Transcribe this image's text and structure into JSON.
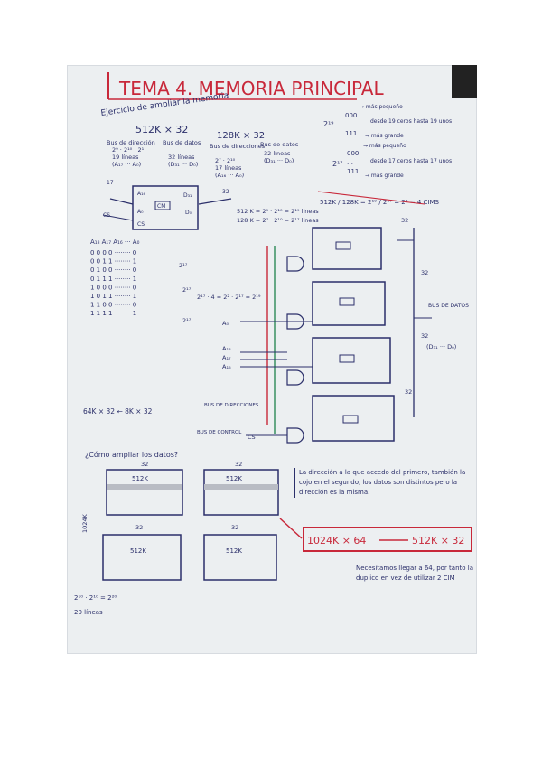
{
  "title": "TEMA 4. MEMORIA PRINCIPAL",
  "subtitle": "Ejercicio de ampliar la memoria",
  "top_block": {
    "size_512": "512K × 32",
    "size_128": "128K × 32",
    "bus_dir_512": "Bus de dirección",
    "pow_512": "2⁹ · 2¹⁰ · 2¹",
    "lineas_19": "19 líneas",
    "range_addr_512": "(A₁₇ ··· A₀)",
    "bus_datos_512": "Bus de datos",
    "lineas_32": "32 líneas",
    "range_data_512": "(D₃₁ ··· D₀)",
    "bus_dir_128": "Bus de direcciones",
    "pow_128": "2⁷ · 2¹⁰",
    "lineas_17": "17 líneas",
    "range_addr_128": "(A₁₆ ··· A₀)",
    "bus_datos_128": "Bus de datos",
    "lineas_32b": "32 líneas",
    "range_data_128": "(D₃₁ ··· D₀)"
  },
  "right_notes": {
    "two19": "2¹⁹",
    "rows_a": [
      "000",
      "…",
      "111"
    ],
    "more_small": "→ más pequeño",
    "desde19": "desde 19 ceros hasta 19 unos",
    "more_big": "→ más grande",
    "two17": "2¹⁷",
    "rows_b": [
      "000",
      "…",
      "111"
    ],
    "desde17": "desde 17 ceros hasta 17 unos"
  },
  "chip": {
    "a16": "A₁₆",
    "a0": "A₀",
    "cs": "CS",
    "cm": "CM",
    "d31": "D₃₁",
    "d0": "D₀",
    "in17": "17",
    "out32": "32"
  },
  "ratio": {
    "line1": "512 K = 2⁹ · 2¹⁰ = 2¹⁹ líneas",
    "line2": "128 K = 2⁷ · 2¹⁰ = 2¹⁷ líneas",
    "frac": "512K / 128K = 2¹⁹ / 2¹⁷ = 2² = 4 CIMS"
  },
  "truth_table": {
    "header": "A₁₈ A₁₇ A₁₆ ··· A₀",
    "rows": [
      "0 0 0 0 ········ 0",
      "0 0 1 1 ········ 1",
      "0 1 0 0 ········ 0",
      "0 1 1 1 ········ 1",
      "1 0 0 0 ········ 0",
      "1 0 1 1 ········ 1",
      "1 1 0 0 ········ 0",
      "1 1 1 1 ········ 1"
    ],
    "pow17": "2¹⁷",
    "sum": "2¹⁷ · 4 = 2² · 2¹⁷ = 2¹⁹"
  },
  "bank": {
    "a0": "A₀",
    "a18": "A₁₈",
    "a17": "A₁₇",
    "a16": "A₁₆",
    "cs": "CS",
    "bus_dir": "BUS DE DIRECCIONES",
    "bus_ctrl": "BUS DE CONTROL",
    "bus_datos": "BUS DE DATOS",
    "n32": "32",
    "data_range": "(D₃₁ ··· D₀)",
    "conv": "64K × 32 ← 8K × 32"
  },
  "lower": {
    "question": "¿Cómo ampliar los datos?",
    "w32": "32",
    "blk": "512K",
    "side": "1024K",
    "explain": "La dirección a la que accedo del primero, también la cojo en el segundo, los datos son distintos pero la dirección es la misma.",
    "result_left": "1024K × 64",
    "result_right": "512K × 32",
    "need": "Necesitamos llegar a 64, por tanto la duplico en vez de utilizar 2 CIM",
    "pow": "2¹⁰ · 2¹⁰ = 2²⁰",
    "lines20": "20 líneas"
  },
  "colors": {
    "ink": "#2b2f6a",
    "red": "#c8283a",
    "green": "#2e8b57",
    "paper": "#eceff1"
  }
}
